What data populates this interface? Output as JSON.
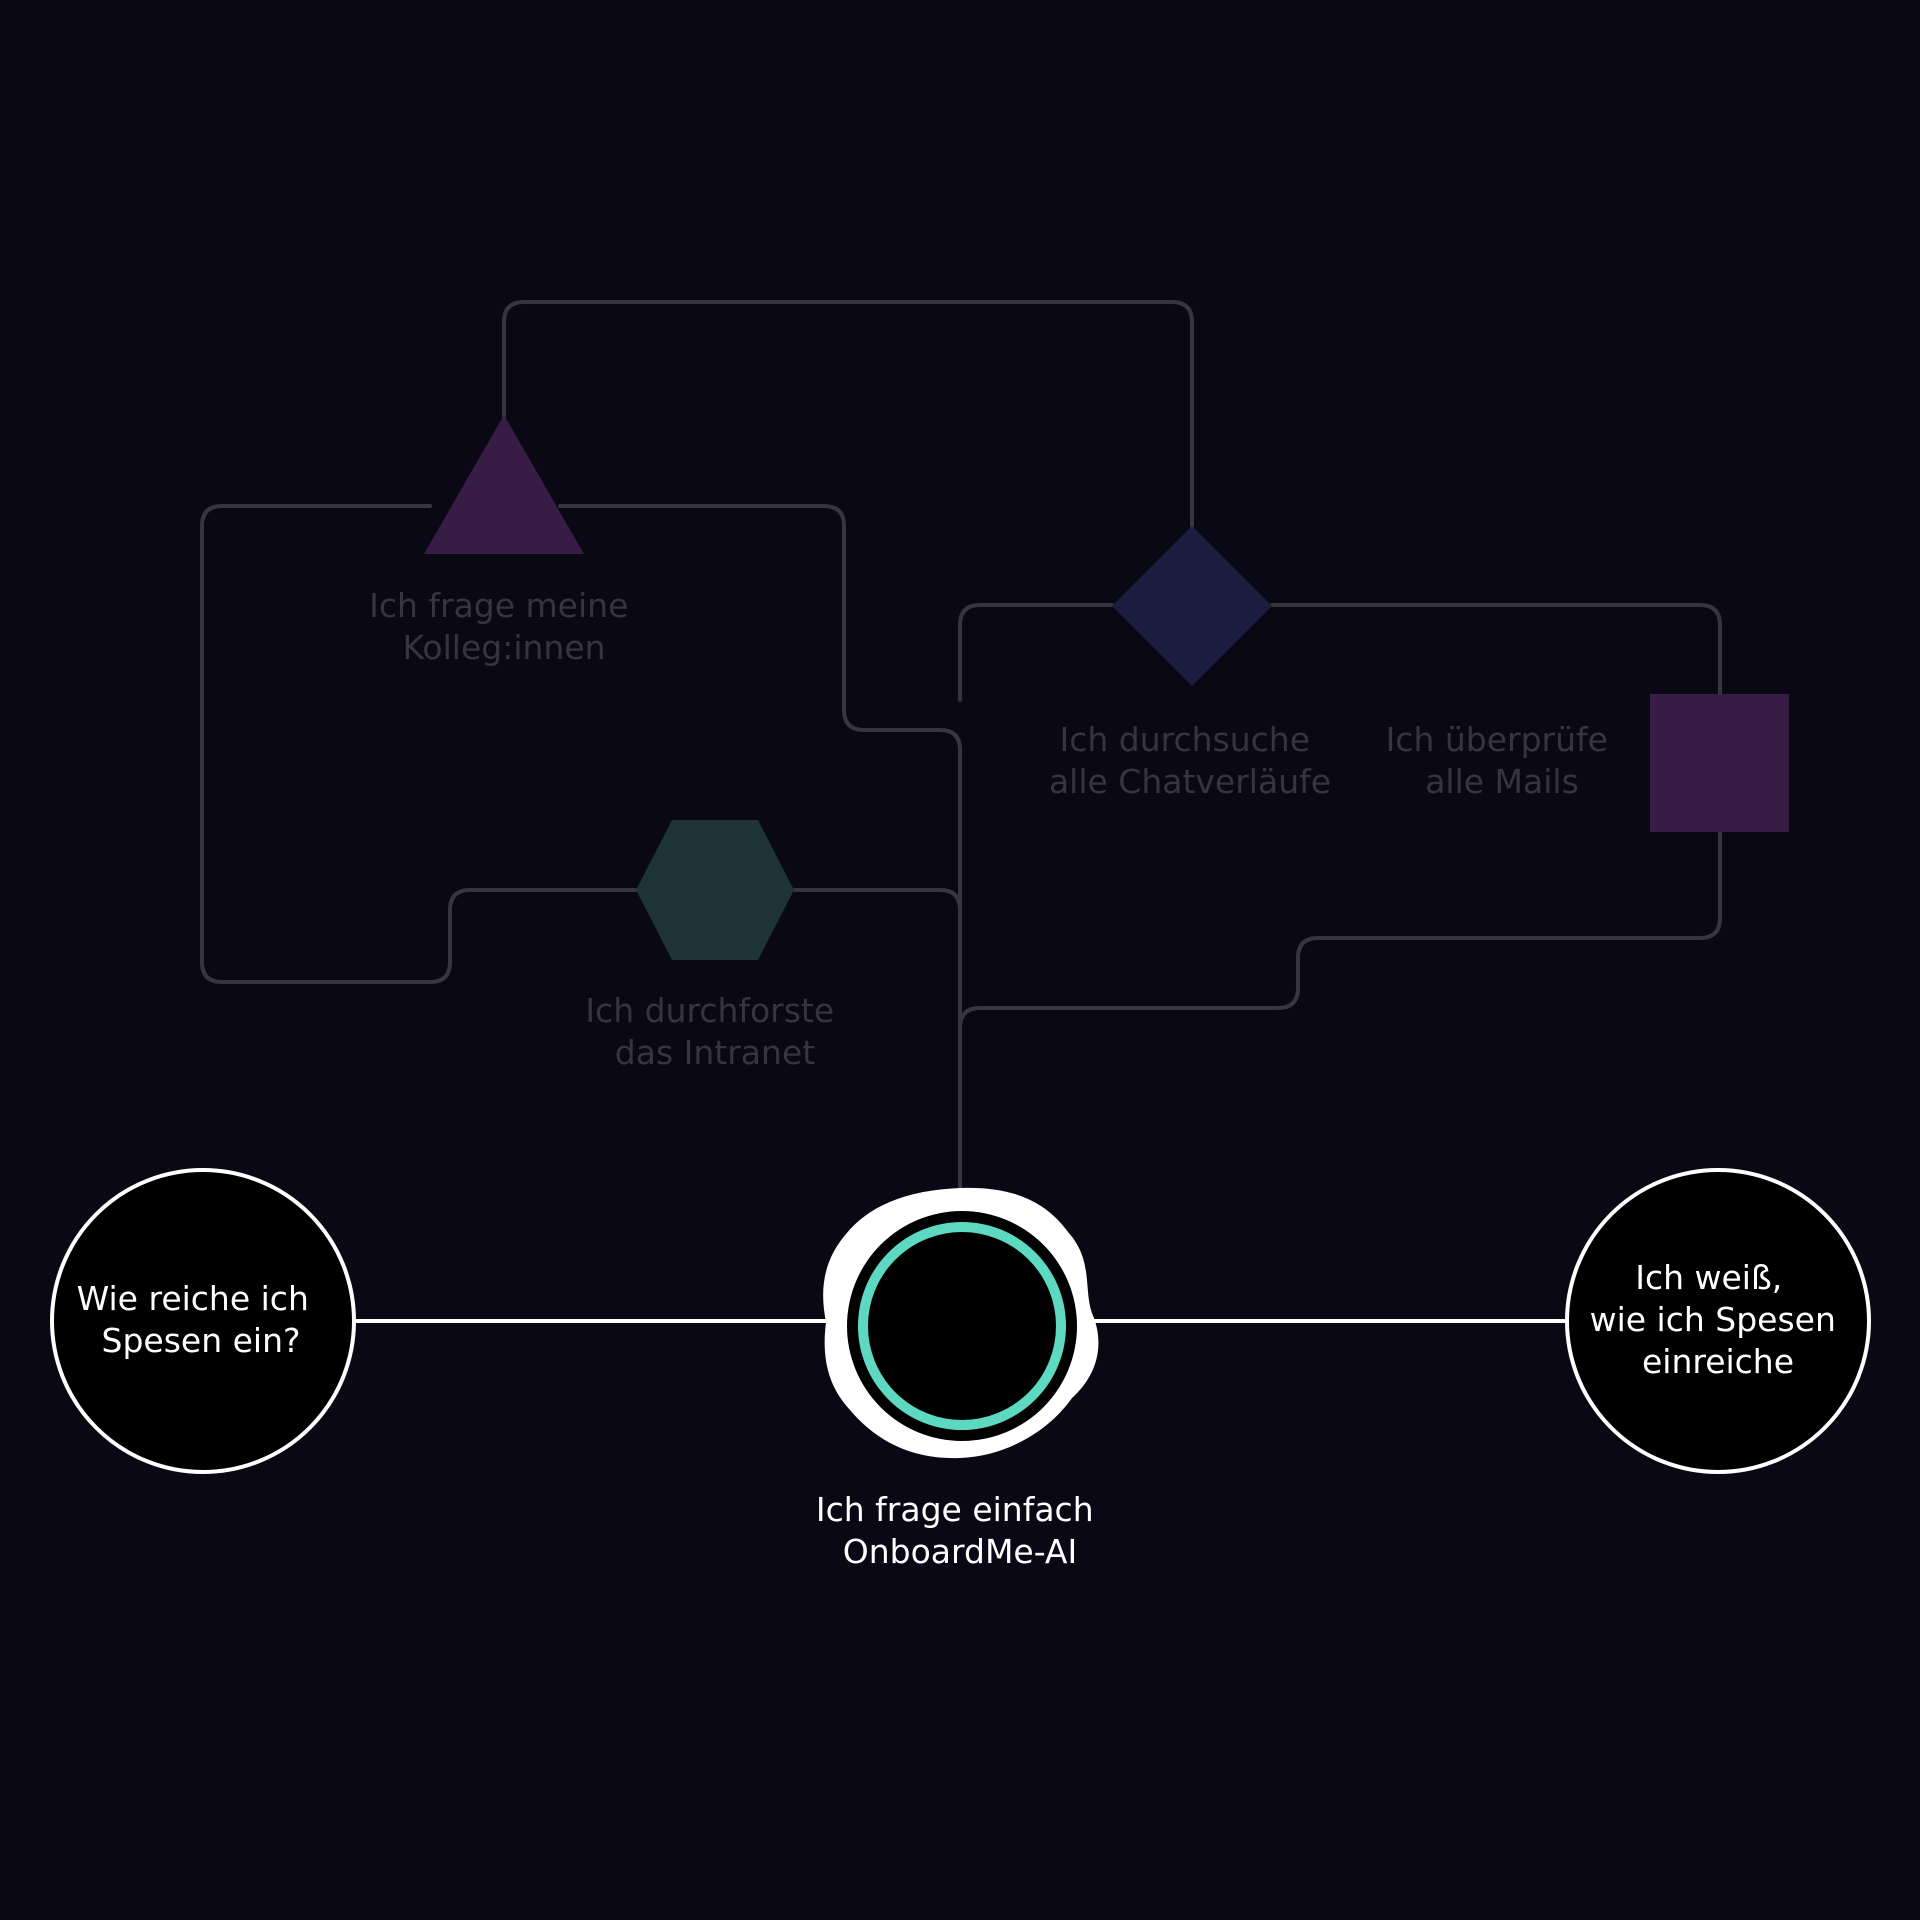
{
  "colors": {
    "background": "#0a0814",
    "path_dim": "#37353d",
    "text_dim": "#37333f",
    "text_bright": "#ffffff",
    "triangle": "#371d45",
    "diamond": "#1b1d3e",
    "hexagon": "#1e3336",
    "square": "#371d45",
    "ai_ring": "#5dd9c1"
  },
  "alternatives": {
    "colleagues": {
      "line1": "Ich frage meine",
      "line2": "Kolleg:innen",
      "shape": "triangle"
    },
    "chats": {
      "line1": "Ich durchsuche",
      "line2": "alle Chatverläufe",
      "shape": "diamond"
    },
    "mails": {
      "line1": "Ich überprüfe",
      "line2": "alle Mails",
      "shape": "square"
    },
    "intranet": {
      "line1": "Ich durchforste",
      "line2": "das Intranet",
      "shape": "hexagon"
    }
  },
  "start": {
    "line1": "Wie reiche ich",
    "line2": "Spesen ein?"
  },
  "hub": {
    "line1": "Ich frage einfach",
    "line2": "OnboardMe-AI"
  },
  "end": {
    "line1": "Ich weiß,",
    "line2": "wie ich Spesen",
    "line3": "einreiche"
  }
}
